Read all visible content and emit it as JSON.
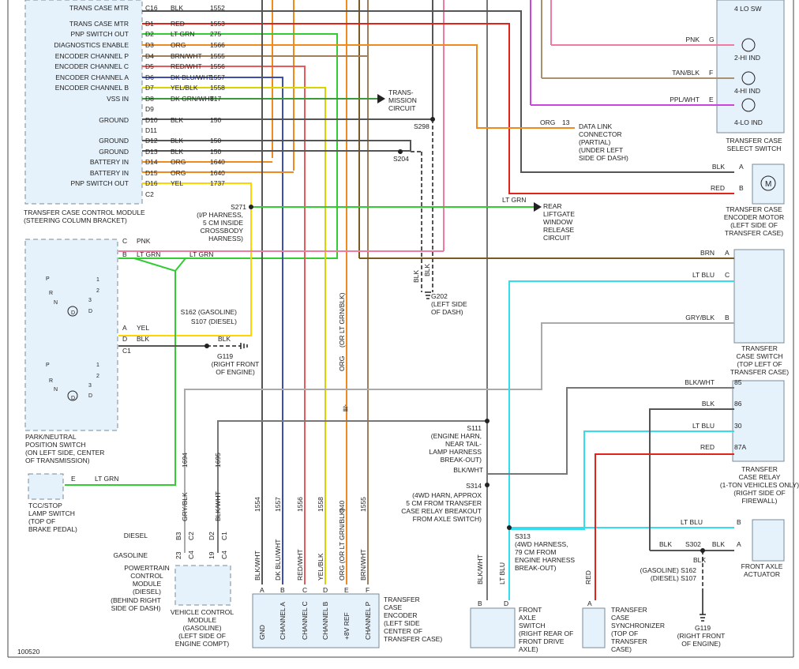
{
  "figure_id": "100520",
  "colors": {
    "black": "#555555",
    "red": "#e2231a",
    "lt_grn": "#33cc33",
    "org": "#f08a1e",
    "brn_wht": "#a08058",
    "red_wht": "#e85a5a",
    "dk_blu_wht": "#3a4fb0",
    "yel_blk": "#d8d400",
    "dk_grn_wht": "#3a9a3a",
    "pnk": "#f07aa0",
    "yel": "#ffd400",
    "lt_blu": "#33ddee",
    "gry_blk": "#aaaaaa",
    "ppl_wht": "#cc44dd",
    "tan_blk": "#a89070",
    "brn": "#7a5a20",
    "blk_wht": "#777777",
    "component_fill": "#e6f2fb"
  },
  "tccm": {
    "name": "TRANSFER CASE CONTROL MODULE",
    "sub": "(STEERING COLUMN BRACKET)",
    "pins": [
      {
        "label": "TRANS CASE MTR",
        "pin": "C16",
        "color": "BLK",
        "circuit": "1552"
      },
      {
        "label": "TRANS CASE MTR",
        "pin": "D1",
        "color": "RED",
        "circuit": "1553"
      },
      {
        "label": "PNP SWITCH OUT",
        "pin": "D2",
        "color": "LT GRN",
        "circuit": "275"
      },
      {
        "label": "DIAGNOSTICS ENABLE",
        "pin": "D3",
        "color": "ORG",
        "circuit": "1566"
      },
      {
        "label": "ENCODER CHANNEL P",
        "pin": "D4",
        "color": "BRN/WHT",
        "circuit": "1555"
      },
      {
        "label": "ENCODER CHANNEL C",
        "pin": "D5",
        "color": "RED/WHT",
        "circuit": "1556"
      },
      {
        "label": "ENCODER CHANNEL A",
        "pin": "D6",
        "color": "DK BLU/WHT",
        "circuit": "1557"
      },
      {
        "label": "ENCODER CHANNEL B",
        "pin": "D7",
        "color": "YEL/BLK",
        "circuit": "1558"
      },
      {
        "label": "VSS IN",
        "pin": "D8",
        "color": "DK GRN/WHT",
        "circuit": "817"
      },
      {
        "label": "",
        "pin": "D9",
        "color": "",
        "circuit": ""
      },
      {
        "label": "GROUND",
        "pin": "D10",
        "color": "BLK",
        "circuit": "150"
      },
      {
        "label": "",
        "pin": "D11",
        "color": "",
        "circuit": ""
      },
      {
        "label": "GROUND",
        "pin": "D12",
        "color": "BLK",
        "circuit": "150"
      },
      {
        "label": "GROUND",
        "pin": "D13",
        "color": "BLK",
        "circuit": "150"
      },
      {
        "label": "BATTERY IN",
        "pin": "D14",
        "color": "ORG",
        "circuit": "1640"
      },
      {
        "label": "BATTERY IN",
        "pin": "D15",
        "color": "ORG",
        "circuit": "1640"
      },
      {
        "label": "PNP SWITCH OUT",
        "pin": "D16",
        "color": "YEL",
        "circuit": "1737"
      },
      {
        "label": "",
        "pin": "C2",
        "color": "",
        "circuit": ""
      }
    ]
  },
  "trans_mission_circuit": "TRANS-\nMISSION\nCIRCUIT",
  "splices": {
    "s298": "S298",
    "s204": "S204",
    "s271": "S271",
    "s271_note": "(I/P HARNESS,\n5 CM INSIDE\nCROSSBODY\nHARNESS)",
    "s162": "S162 (GASOLINE)",
    "s107": "S107 (DIESEL)",
    "s111": "S111",
    "s111_note": "(ENGINE HARN,\nNEAR TAIL-\nLAMP HARNESS\nBREAK-OUT)",
    "s314": "S314",
    "s314_note": "(4WD HARN, APPROX\n5 CM FROM TRANSFER\nCASE RELAY BREAKOUT\nFROM AXLE SWITCH)",
    "s313": "S313",
    "s313_note": "(4WD HARNESS,\n79 CM FROM\nENGINE HARNESS\nBREAK-OUT)",
    "s302": "S302",
    "s162_s107_note": "(GASOLINE) S162\n(DIESEL) S107"
  },
  "grounds": {
    "g202": "G202",
    "g202_note": "(LEFT SIDE\nOF DASH)",
    "g119": "G119",
    "g119_note": "(RIGHT FRONT\nOF ENGINE)",
    "g119b": "G119",
    "g119b_note": "(RIGHT FRONT\nOF ENGINE)"
  },
  "dlc": {
    "wire": "ORG",
    "pin": "13",
    "label": "DATA LINK\nCONNECTOR\n(PARTIAL)\n(UNDER LEFT\nSIDE OF DASH)"
  },
  "rear_liftgate": {
    "wire": "LT GRN",
    "label": "REAR\nLIFTGATE\nWINDOW\nRELEASE\nCIRCUIT"
  },
  "select_switch": {
    "name": "TRANSFER CASE\nSELECT SWITCH",
    "items": [
      "4 LO SW",
      "2-HI IND",
      "4-HI IND",
      "4-LO IND"
    ],
    "wires": [
      {
        "color": "PNK",
        "pin": "G"
      },
      {
        "color": "TAN/BLK",
        "pin": "F"
      },
      {
        "color": "PPL/WHT",
        "pin": "E"
      }
    ]
  },
  "encoder_motor": {
    "name": "TRANSFER CASE\nENCODER MOTOR\n(LEFT SIDE OF\nTRANSFER CASE)",
    "motor": "M",
    "wires": [
      {
        "color": "BLK",
        "pin": "A"
      },
      {
        "color": "RED",
        "pin": "B"
      }
    ]
  },
  "case_switch": {
    "name": "TRANSFER\nCASE SWITCH\n(TOP LEFT OF\nTRANSFER CASE)",
    "wires": [
      {
        "color": "BRN",
        "pin": "A"
      },
      {
        "color": "LT BLU",
        "pin": "C"
      },
      {
        "color": "GRY/BLK",
        "pin": "B"
      }
    ]
  },
  "case_relay": {
    "name": "TRANSFER\nCASE RELAY\n(1-TON VEHICLES ONLY)\n(RIGHT SIDE OF\nFIREWALL)",
    "wires": [
      {
        "color": "BLK/WHT",
        "pin": "85"
      },
      {
        "color": "BLK",
        "pin": "86"
      },
      {
        "color": "LT BLU",
        "pin": "30"
      },
      {
        "color": "RED",
        "pin": "87A"
      }
    ]
  },
  "front_axle_actuator": {
    "name": "FRONT AXLE\nACTUATOR",
    "wires": [
      {
        "color": "LT BLU",
        "pin": "B"
      },
      {
        "color": "BLK",
        "pin": "A"
      }
    ],
    "blk_left": "BLK",
    "blk_right": "BLK",
    "blk_down": "BLK"
  },
  "pnp_switch": {
    "name": "PARK/NEUTRAL\nPOSITION SWITCH\n(ON LEFT SIDE, CENTER\nOF TRANSMISSION)",
    "wires": [
      {
        "pin": "C",
        "color": "PNK"
      },
      {
        "pin": "B",
        "color": "LT GRN"
      },
      {
        "pin": "A",
        "color": "YEL"
      },
      {
        "pin": "D",
        "color": "BLK"
      }
    ],
    "lt_grn_2": "LT GRN",
    "c1": "C1",
    "blk_ground": "BLK",
    "positions": [
      "P",
      "R",
      "N",
      "D",
      "1",
      "2",
      "3",
      "D"
    ]
  },
  "tcc_stop": {
    "name": "TCC/STOP\nLAMP SWITCH\n(TOP OF\nBRAKE PEDAL)",
    "pin": "E",
    "wire": "LT GRN"
  },
  "pcm": {
    "name": "POWERTRAIN\nCONTROL\nMODULE\n(DIESEL)",
    "location": "(BEHIND RIGHT\nSIDE OF DASH)",
    "vcm": "VEHICLE CONTROL\nMODULE\n(GASOLINE)\n(LEFT SIDE OF\nENGINE COMPT)",
    "diesel": "DIESEL",
    "gasoline": "GASOLINE",
    "diesel_pins": [
      "B3",
      "C2",
      "D2",
      "C1"
    ],
    "gas_pins": [
      "23",
      "C4",
      "19",
      "C4"
    ],
    "wires": [
      {
        "color": "GRY/BLK",
        "circuit": "1694"
      },
      {
        "color": "BLK/WHT",
        "circuit": "1695"
      }
    ]
  },
  "encoder": {
    "name": "TRANSFER\nCASE\nENCODER\n(LEFT SIDE\nCENTER OF\nTRANSFER CASE)",
    "pins": [
      {
        "pin": "A",
        "color": "BLK/WHT",
        "circuit": "1554",
        "term": "GND"
      },
      {
        "pin": "B",
        "color": "DK BLU/WHT",
        "circuit": "1557",
        "term": "CHANNEL A"
      },
      {
        "pin": "C",
        "color": "RED/WHT",
        "circuit": "1556",
        "term": "CHANNEL C"
      },
      {
        "pin": "D",
        "color": "YEL/BLK",
        "circuit": "1558",
        "term": "CHANNEL B"
      },
      {
        "pin": "E",
        "color": "ORG (OR LT GRN/BLK)",
        "circuit": "940",
        "term": "+8V REF"
      },
      {
        "pin": "F",
        "color": "BRN/WHT",
        "circuit": "1555",
        "term": "CHANNEL P"
      }
    ],
    "org_label": "ORG",
    "org_alt": "(OR LT GRN/BLK)"
  },
  "front_axle_switch": {
    "name": "FRONT\nAXLE\nSWITCH\n(RIGHT REAR OF\nFRONT DRIVE\nAXLE)",
    "wires": [
      {
        "pin": "B",
        "color": "BLK/WHT"
      },
      {
        "pin": "D",
        "color": "LT BLU"
      }
    ]
  },
  "synchronizer": {
    "name": "TRANSFER\nCASE\nSYNCHRONIZER\n(TOP OF\nTRANSFER\nCASE)",
    "wire": "RED",
    "pin": "A"
  },
  "misc": {
    "blk_blk": "BLK",
    "blk_wht_s111": "BLK/WHT",
    "lt_grn_pnk": "PNK"
  }
}
